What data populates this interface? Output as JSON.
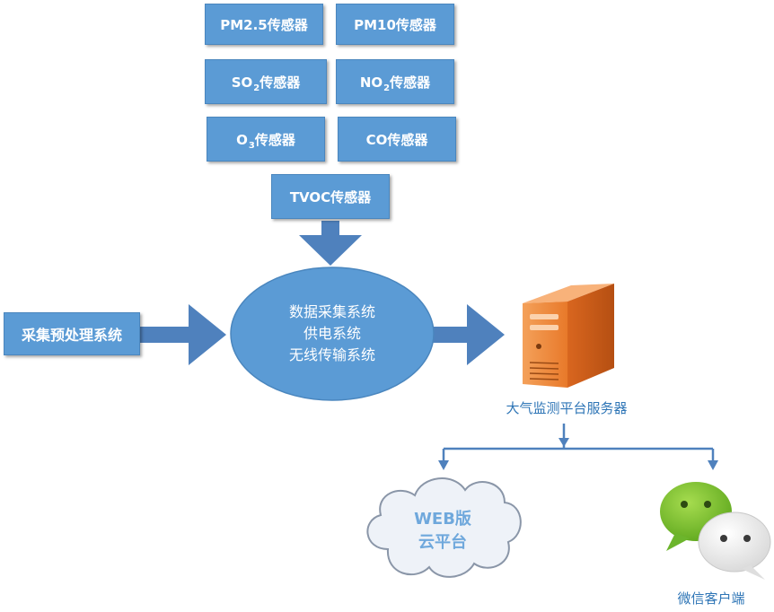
{
  "sensors": {
    "pm25": "PM2.5传感器",
    "pm10": "PM10传感器",
    "so2_prefix": "SO",
    "so2_sub": "2",
    "so2_suffix": "传感器",
    "no2_prefix": "NO",
    "no2_sub": "2",
    "no2_suffix": "传感器",
    "o3_prefix": "O",
    "o3_sub": "3",
    "o3_suffix": "传感器",
    "co": "CO传感器",
    "tvoc": "TVOC传感器"
  },
  "preprocess": "采集预处理系统",
  "core": {
    "line1": "数据采集系统",
    "line2": "供电系统",
    "line3": "无线传输系统"
  },
  "server_label": "大气监测平台服务器",
  "cloud": {
    "line1": "WEB版",
    "line2": "云平台"
  },
  "wechat_label": "微信客户端",
  "colors": {
    "box": "#5b9bd5",
    "arrow": "#4f81bd",
    "server": "#f79646",
    "wechat": "#7ac143",
    "label": "#2e75b6"
  }
}
